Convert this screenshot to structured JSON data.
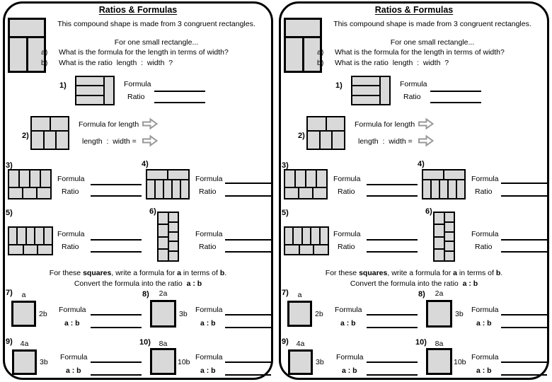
{
  "sheet": {
    "copies": 2
  },
  "colors": {
    "page_bg": "#ffffff",
    "shape_fill": "#d9d9d9",
    "shape_border": "#000000",
    "arrow_outline": "#999999",
    "text": "#000000"
  },
  "panel": {
    "title": "Ratios & Formulas",
    "intro": {
      "line1": "This compound shape is made from 3 congruent rectangles.",
      "line2": "For one small rectangle...",
      "qa_label": "a)",
      "qa_text": "What is the formula for the length in terms of width?",
      "qb_label": "b)",
      "qb_text": "What is the ratio  length  :  width  ?"
    },
    "q1": {
      "num": "1)",
      "formula_label": "Formula",
      "ratio_label": "Ratio"
    },
    "q2": {
      "num": "2)",
      "formula_label": "Formula for length",
      "ratio_label": "length  :  width ="
    },
    "q3": {
      "num": "3)",
      "formula_label": "Formula",
      "ratio_label": "Ratio"
    },
    "q4": {
      "num": "4)",
      "formula_label": "Formula",
      "ratio_label": "Ratio"
    },
    "q5": {
      "num": "5)",
      "formula_label": "Formula",
      "ratio_label": "Ratio"
    },
    "q6": {
      "num": "6)",
      "formula_label": "Formula",
      "ratio_label": "Ratio"
    },
    "squares": {
      "h1_p1": "For these ",
      "h1_p2": "squares",
      "h1_p3": ", write a formula for ",
      "h1_p4": "a",
      "h1_p5": " in terms of ",
      "h1_p6": "b",
      "h1_p7": ".",
      "h2_p1": "Convert the formula into the ratio  ",
      "h2_p2": "a : b"
    },
    "q7": {
      "num": "7)",
      "top": "a",
      "side": "2b",
      "formula_label": "Formula",
      "ratio_label": "a : b"
    },
    "q8": {
      "num": "8)",
      "top": "2a",
      "side": "3b",
      "formula_label": "Formula",
      "ratio_label": "a : b"
    },
    "q9": {
      "num": "9)",
      "top": "4a",
      "side": "3b",
      "formula_label": "Formula",
      "ratio_label": "a : b"
    },
    "q10": {
      "num": "10)",
      "top": "8a",
      "side": "10b",
      "formula_label": "Formula",
      "ratio_label": "a : b"
    }
  }
}
